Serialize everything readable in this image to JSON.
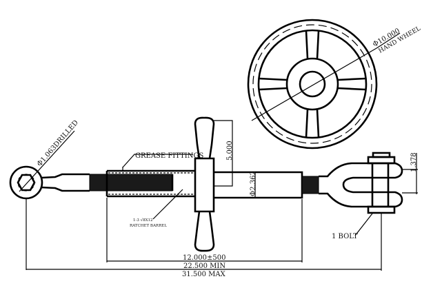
{
  "labels": {
    "drilled": "Φ1.063DRILLED",
    "grease": "GREASE FITTINGS",
    "ratchet_spec": "1-3 √8X12",
    "ratchet_barrel": "RATCHET BARREL",
    "handle_len": "5.000",
    "barrel_dia": "Φ2.362",
    "clevis": "1.378",
    "bolt": "1 BOLT",
    "dim_barrel": "12.000±500",
    "dim_min": "22.500 MIN",
    "dim_max": "31.500 MAX",
    "wheel_dia": "Φ10.000",
    "wheel_name": "HAND WHEEL"
  }
}
